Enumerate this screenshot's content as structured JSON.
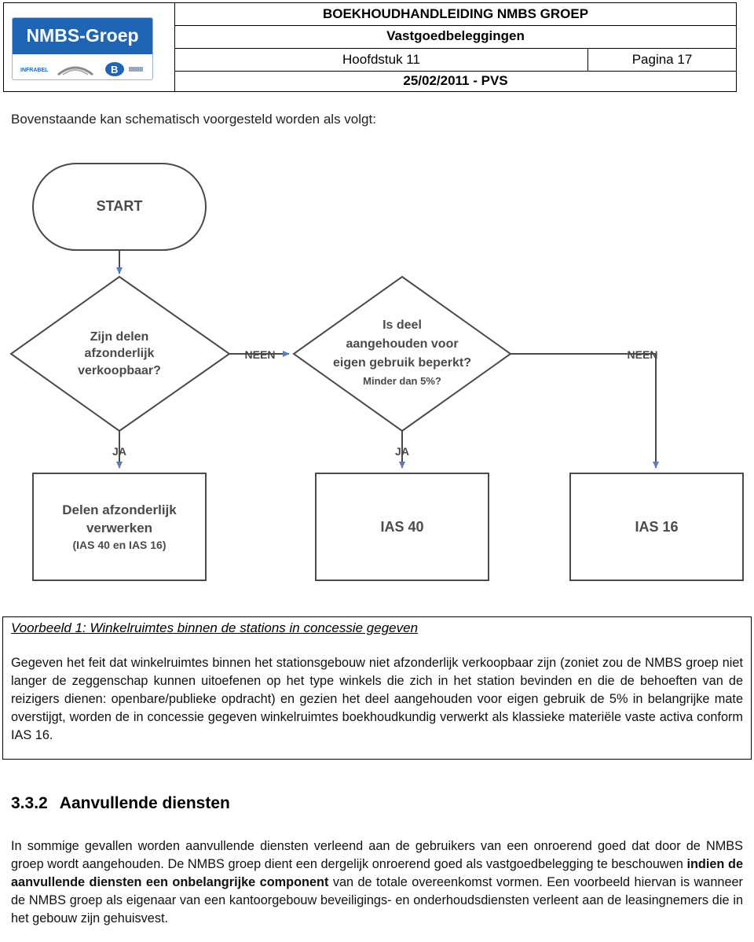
{
  "header": {
    "logo_text": "NMBS-Groep",
    "logo_sub_left": "INFRABEL",
    "logo_sub_right": "B",
    "title": "BOEKHOUDHANDLEIDING NMBS GROEP",
    "subtitle": "Vastgoedbeleggingen",
    "chapter": "Hoofdstuk 11",
    "page": "Pagina 17",
    "date": "25/02/2011 - PVS"
  },
  "intro": "Bovenstaande kan schematisch voorgesteld worden als volgt:",
  "flowchart": {
    "start": "START",
    "decision1": [
      "Zijn delen",
      "afzonderlijk",
      "verkoopbaar?"
    ],
    "decision2": [
      "Is deel",
      "aangehouden voor",
      "eigen gebruik beperkt?"
    ],
    "decision2_note": "Minder dan 5%?",
    "no_label": "NEEN",
    "yes_label": "JA",
    "box1": [
      "Delen afzonderlijk",
      "verwerken"
    ],
    "box1_note": "(IAS 40 en IAS 16)",
    "box2": "IAS 40",
    "box3": "IAS 16",
    "colors": {
      "line": "#4a4a4a",
      "arrow": "#5b7fb5",
      "fill": "#ffffff"
    }
  },
  "example": {
    "title": "Voorbeeld 1: Winkelruimtes binnen de stations in concessie gegeven",
    "body": "Gegeven het feit dat winkelruimtes binnen het stationsgebouw niet afzonderlijk verkoopbaar zijn (zoniet zou de NMBS groep niet langer de zeggenschap kunnen uitoefenen op het type winkels die zich in het station bevinden en die de behoeften van de reizigers dienen: openbare/publieke opdracht) en gezien het deel aangehouden voor eigen gebruik de 5% in belangrijke mate overstijgt, worden de in concessie gegeven winkelruimtes boekhoudkundig verwerkt als klassieke materiële vaste activa conform IAS 16."
  },
  "section": {
    "number": "3.3.2",
    "title": "Aanvullende diensten",
    "body_part1": "In sommige gevallen worden aanvullende diensten verleend aan de gebruikers van een onroerend goed dat door de NMBS groep wordt aangehouden. De NMBS groep dient een dergelijk onroerend goed als vastgoedbelegging te beschouwen ",
    "body_bold": "indien de aanvullende diensten een onbelangrijke component",
    "body_part2": " van de totale overeenkomst vormen. Een voorbeeld hiervan is wanneer de NMBS groep als eigenaar van een kantoorgebouw beveiligings- en onderhoudsdiensten verleent aan de leasingnemers die in het gebouw zijn gehuisvest."
  }
}
